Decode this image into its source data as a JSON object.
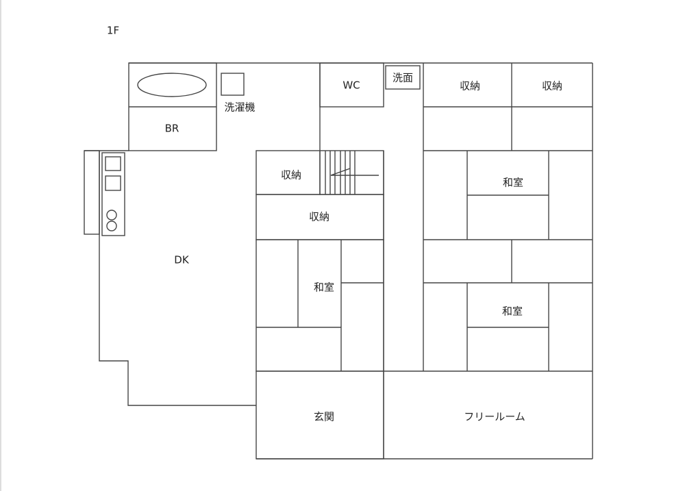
{
  "floor_label": "1F",
  "rooms": {
    "bath": "BR",
    "washing_machine": "洗濯機",
    "wc": "WC",
    "washroom": "洗面",
    "storage_top_1": "収納",
    "storage_top_2": "収納",
    "storage_stairs": "収納",
    "storage_mid": "収納",
    "dk": "DK",
    "japanese_left": "和室",
    "japanese_right_upper": "和室",
    "japanese_right_lower": "和室",
    "entrance": "玄関",
    "free_room": "フリールーム"
  }
}
